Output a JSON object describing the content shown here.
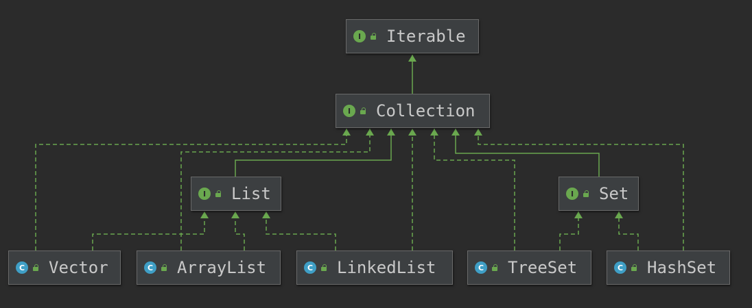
{
  "diagram": {
    "nodes": {
      "iterable": {
        "label": "Iterable",
        "kind": "interface",
        "badge": "I"
      },
      "collection": {
        "label": "Collection",
        "kind": "interface",
        "badge": "I"
      },
      "list": {
        "label": "List",
        "kind": "interface",
        "badge": "I"
      },
      "set": {
        "label": "Set",
        "kind": "interface",
        "badge": "I"
      },
      "vector": {
        "label": "Vector",
        "kind": "class",
        "badge": "C"
      },
      "arraylist": {
        "label": "ArrayList",
        "kind": "class",
        "badge": "C"
      },
      "linkedlist": {
        "label": "LinkedList",
        "kind": "class",
        "badge": "C"
      },
      "treeset": {
        "label": "TreeSet",
        "kind": "class",
        "badge": "C"
      },
      "hashset": {
        "label": "HashSet",
        "kind": "class",
        "badge": "C"
      }
    },
    "edges": [
      {
        "from": "collection",
        "to": "iterable",
        "type": "extends"
      },
      {
        "from": "list",
        "to": "collection",
        "type": "extends"
      },
      {
        "from": "set",
        "to": "collection",
        "type": "extends"
      },
      {
        "from": "vector",
        "to": "collection",
        "type": "implements"
      },
      {
        "from": "arraylist",
        "to": "collection",
        "type": "implements"
      },
      {
        "from": "linkedlist",
        "to": "collection",
        "type": "implements"
      },
      {
        "from": "treeset",
        "to": "collection",
        "type": "implements"
      },
      {
        "from": "hashset",
        "to": "collection",
        "type": "implements"
      },
      {
        "from": "vector",
        "to": "list",
        "type": "implements"
      },
      {
        "from": "arraylist",
        "to": "list",
        "type": "implements"
      },
      {
        "from": "linkedlist",
        "to": "list",
        "type": "implements"
      },
      {
        "from": "treeset",
        "to": "set",
        "type": "implements"
      },
      {
        "from": "hashset",
        "to": "set",
        "type": "implements"
      }
    ],
    "colors": {
      "background": "#2b2b2b",
      "node_fill": "#3c3f41",
      "node_border": "#6a6a6a",
      "text": "#c9c9c9",
      "edge": "#6aa84f",
      "interface_badge": "#6aa84f",
      "class_badge": "#3f9fc6"
    }
  }
}
